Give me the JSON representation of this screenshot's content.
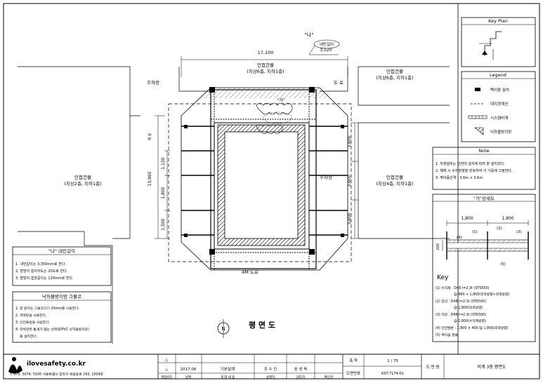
{
  "drawing": {
    "title": "평 면 도",
    "dimensions": {
      "top_total": "17,100",
      "naemin_gap": "3,520",
      "left_total": "13,960",
      "left_seg1": "1,500",
      "left_seg2": "1,800",
      "left_seg3": "1,120",
      "right_seg1": "3,600",
      "right_seg2": "3,600",
      "right_seg3": "3,600",
      "depth_label": "여 유"
    },
    "labels": {
      "na_mark": "\"나\"",
      "na_detail": "내민길이",
      "ga_mark": "\"가\"",
      "building_top_mid": "인접건물",
      "building_top_mid_sub": "(지상6층, 지하1층)",
      "building_top_right": "인접건물",
      "building_top_right_sub": "(지상6층, 지하1층)",
      "building_left": "인접건물",
      "building_left_sub": "(지상2층, 지하1층)",
      "building_right": "인접건물",
      "building_right_sub": "(지상4층, 지하1층)",
      "parking_top": "주차장",
      "parking_right": "주차장",
      "road_top": "도 로",
      "road_bottom": "4M 도로",
      "north": "N"
    }
  },
  "key_plan": {
    "title": "Key Plan"
  },
  "legend": {
    "title": "Legend",
    "items": [
      {
        "icon": "steel-pipe-icon",
        "label": "벽이음 설치"
      },
      {
        "icon": "boundary-line-icon",
        "label": "대지경계선"
      },
      {
        "icon": "system-scaffold-icon",
        "label": "시스템비계"
      },
      {
        "icon": "fall-net-icon",
        "label": "낙하물방지망"
      }
    ]
  },
  "notes": {
    "title": "Note",
    "items": [
      "1. 위생설비는 안전대 설치에 따라 분 설치한다.",
      "2. 해체 시 수직방향을 반복하여 각 기둥에 고정한다.",
      "3. 벽이음간격 : 3.6m × 3.6m"
    ]
  },
  "detail_ga": {
    "title": "\"가\"상세도",
    "dim_left": "1,800",
    "dim_right": "1,800",
    "dim_vertical": "200",
    "callouts": [
      "(1)",
      "(2)",
      "(3)",
      "(4)",
      "(5)"
    ],
    "key_title": "Key",
    "key_items": [
      "(1) 수직재 : D48 t=2.3t (STK500)",
      "@ 960 + 1,800(외측방향+외측방향)",
      "(2) 장선 : D48 t=2.3t (STK500)",
      "@ 1,800(외측방향)",
      "(3) 띠장 : D48 t=2.3t (STK500)",
      "@ 1,800(수직제방향)",
      "(4) 안전발판 : 1,800 × 400 @ 1,800(외측방향)",
      "(5) 벽이음 철물"
    ]
  },
  "na_box": {
    "title": "\"나\" 내민길이",
    "items": [
      "1. 내민길이는 3,350mm로 한다.",
      "2. 방망의 설치각도는 20도로 한다.",
      "3. 방망의 겹침길이는 120mm로 한다."
    ]
  },
  "fall_net_box": {
    "title": "낙하물방지망 그물코",
    "items": [
      "1. 망 방지는 그물코크기 20mm를 사용한다.",
      "2. 파렛망을 사용한다.",
      "3. 안전줄망을 사용한다.",
      "4. 외위관은 틈새가 없는 선택재(PVC 낙하물방지망)",
      "를 설치한다."
    ]
  },
  "title_block": {
    "logo_text": "ilovesafety.co.kr",
    "contact": "T. 070. 5074. 5100   서울특별시 양천구 목동동로 293, 1004호",
    "rev_symbol": "△",
    "date": "2017.06",
    "revision_content": "기본설계",
    "designer_label": "조 수 인",
    "checker_label": "송 성 욱",
    "row_labels": [
      "개정번호",
      "날짜",
      "개 정 내 용",
      "설계자",
      "검토자",
      "확인자"
    ],
    "scale_label": "축 척",
    "scale_value": "1 / 75",
    "drawing_no_label": "도면번호",
    "drawing_no": "KST-7174-01",
    "drawing_name_label": "도 면 명",
    "drawing_name": "비계 3층 평면도"
  }
}
